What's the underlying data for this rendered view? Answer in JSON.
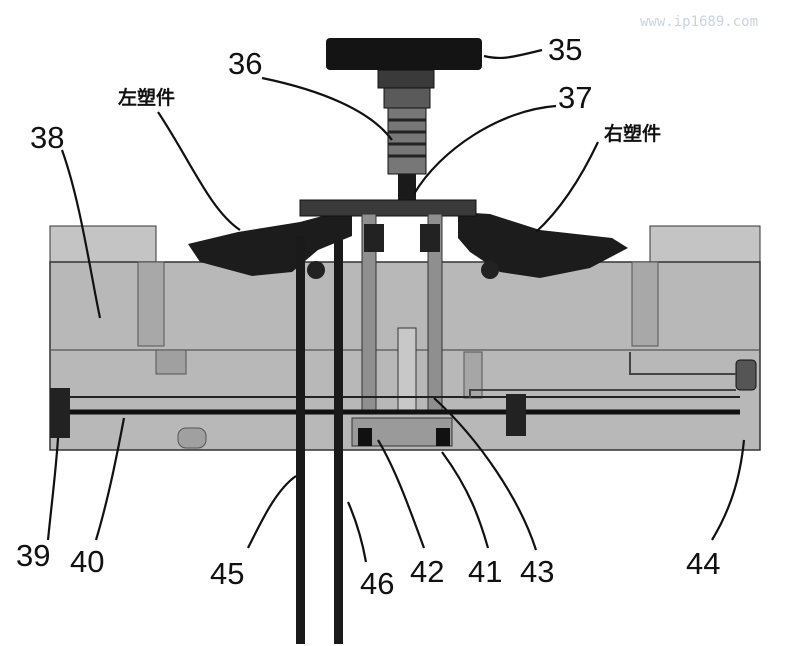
{
  "watermark": "www.ip1689.com",
  "labels": {
    "n35": "35",
    "n36": "36",
    "n37": "37",
    "n38": "38",
    "n39": "39",
    "n40": "40",
    "n41": "41",
    "n42": "42",
    "n43": "43",
    "n44": "44",
    "n45": "45",
    "n46": "46",
    "left_part": "左塑件",
    "right_part": "右塑件"
  },
  "colors": {
    "body_fill": "#b8b8b8",
    "body_dark": "#8c8c8c",
    "part_black": "#1c1c1c",
    "pipe": "#1a1a1a"
  }
}
